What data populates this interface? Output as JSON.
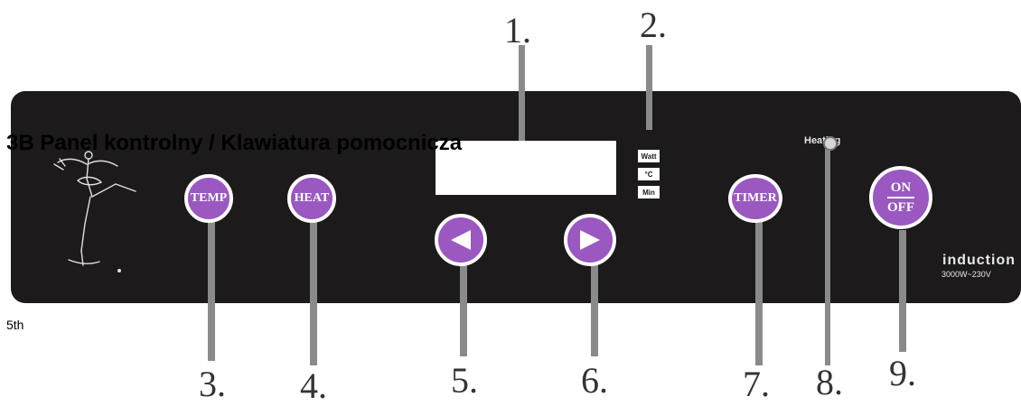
{
  "title": "3B Panel kontrolny / Klawiatura pomocnicza",
  "side_note": "5th",
  "callouts": [
    "1.",
    "2.",
    "3.",
    "4.",
    "5.",
    "6.",
    "7.",
    "8.",
    "9."
  ],
  "lcd_units": [
    "Watt",
    "°C",
    "Min"
  ],
  "buttons": {
    "temp": "TEMP",
    "heat": "HEAT",
    "timer": "TIMER",
    "on": "ON",
    "off": "OFF"
  },
  "heating_label": "Heating",
  "brand": {
    "name": "induction",
    "spec": "3000W~230V"
  },
  "colors": {
    "panel": "#1c1a1b",
    "button": "#9a58c0",
    "leader": "#8a8a8a"
  },
  "icons": [
    "arrow-left-icon",
    "arrow-right-icon",
    "ballerina-logo-icon"
  ]
}
